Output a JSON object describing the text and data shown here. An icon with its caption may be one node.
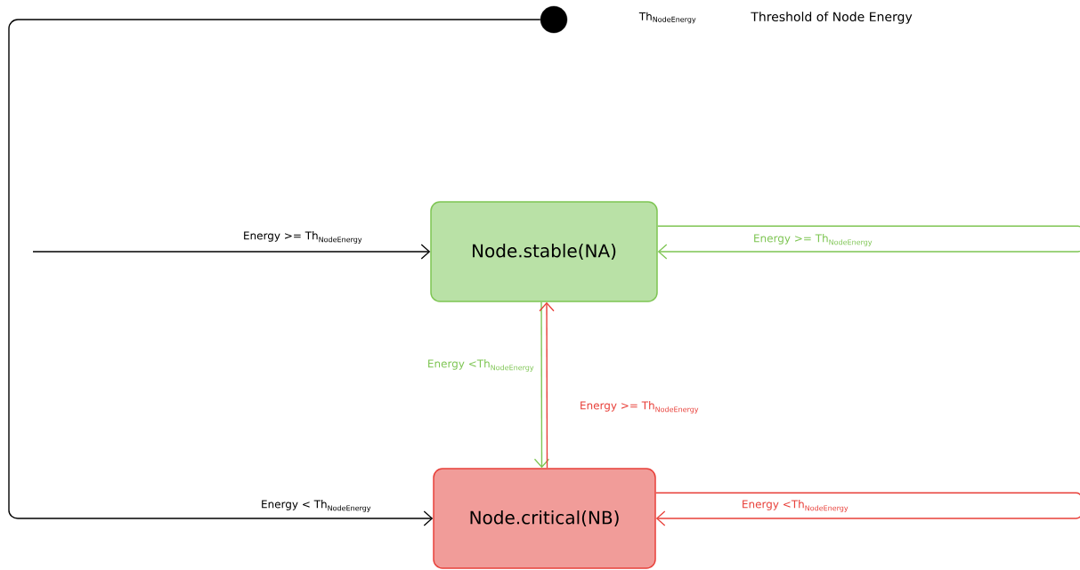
{
  "diagram": {
    "nodes": [
      {
        "text": [],
        "shape": "circle"
      },
      {
        "text": [
          "Node.stable(NA)"
        ]
      },
      {
        "text": [
          "Node.critical(NB)"
        ]
      }
    ],
    "edges": [
      {
        "from": null,
        "to": 1,
        "arrow": "to",
        "label": "\\text{Energy >= Th}_{\\text{NodeEnergy}}"
      },
      {
        "from": 0,
        "to": 2,
        "arrow": "to",
        "label": "\\text{Energy < Th}_{\\text{NodeEnergy}}"
      },
      {
        "from": 1,
        "to": 1,
        "arrow": "to",
        "label": "\\text{Energy >= Th}_{\\text{NodeEnergy}}",
        "color": "#7ec553"
      },
      {
        "from": 1,
        "to": 2,
        "arrow": "to",
        "label": "\\text{Energy <Th}_{\\text{NodeEnergy}}",
        "color": "#7ec553"
      },
      {
        "from": 2,
        "to": 1,
        "arrow": "to",
        "label": "\\text{Energy >= Th}_{\\text{NodeEnergy}}",
        "color": "#e8403a"
      },
      {
        "from": 2,
        "to": 2,
        "arrow": "to",
        "label": "\\text{Energy <Th}_{\\text{NodeEnergy}}",
        "color": "#e8403a"
      }
    ],
    "labels": [
      "\\text{Th}_{\\text{NodeEnergy}}",
      "Threshold of Node Energy"
    ]
  }
}
